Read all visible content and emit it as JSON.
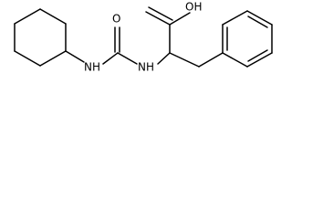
{
  "molecule": {
    "labels": {
      "carbonyl_oxygen": "O",
      "hydroxyl": "OH",
      "amine_left": "NH",
      "amine_right": "NH"
    }
  }
}
